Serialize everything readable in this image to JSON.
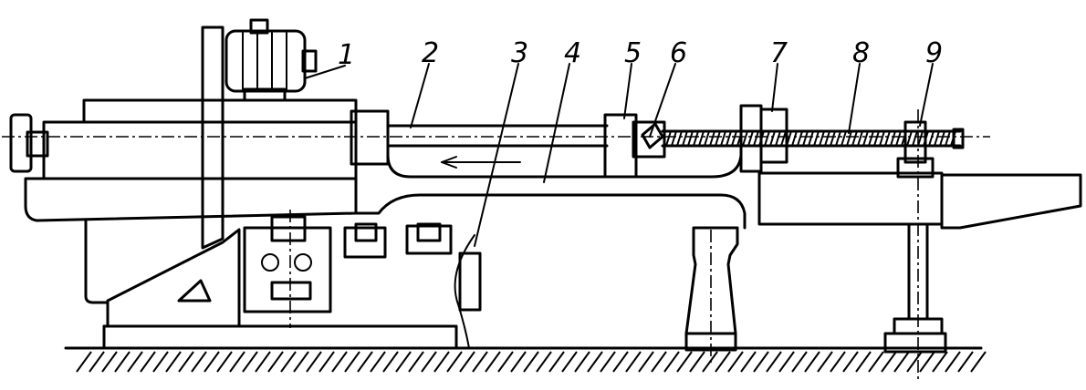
{
  "callouts": [
    {
      "text": "1"
    },
    {
      "text": "2"
    },
    {
      "text": "3"
    },
    {
      "text": "4"
    },
    {
      "text": "5"
    },
    {
      "text": "6"
    },
    {
      "text": "7"
    },
    {
      "text": "8"
    },
    {
      "text": "9"
    }
  ],
  "colors": {
    "ink": "#000000",
    "paper": "#ffffff"
  }
}
